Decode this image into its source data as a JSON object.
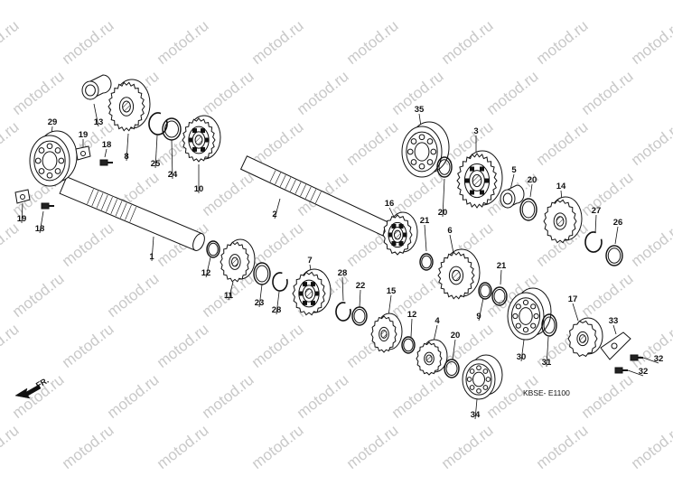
{
  "diagram": {
    "code": "KBSE- E1100",
    "direction_label": "FR.",
    "watermark": "motod.ru",
    "parts": [
      {
        "key": "p1",
        "num": "1"
      },
      {
        "key": "p2",
        "num": "2"
      },
      {
        "key": "p3",
        "num": "3"
      },
      {
        "key": "p4",
        "num": "4"
      },
      {
        "key": "p5",
        "num": "5"
      },
      {
        "key": "p6",
        "num": "6"
      },
      {
        "key": "p7",
        "num": "7"
      },
      {
        "key": "p8",
        "num": "8"
      },
      {
        "key": "p9",
        "num": "9"
      },
      {
        "key": "p10",
        "num": "10"
      },
      {
        "key": "p11",
        "num": "11"
      },
      {
        "key": "p12a",
        "num": "12"
      },
      {
        "key": "p12b",
        "num": "12"
      },
      {
        "key": "p13",
        "num": "13"
      },
      {
        "key": "p14",
        "num": "14"
      },
      {
        "key": "p15",
        "num": "15"
      },
      {
        "key": "p16",
        "num": "16"
      },
      {
        "key": "p17",
        "num": "17"
      },
      {
        "key": "p18a",
        "num": "18"
      },
      {
        "key": "p18b",
        "num": "18"
      },
      {
        "key": "p19a",
        "num": "19"
      },
      {
        "key": "p19b",
        "num": "19"
      },
      {
        "key": "p20a",
        "num": "20"
      },
      {
        "key": "p20b",
        "num": "20"
      },
      {
        "key": "p20c",
        "num": "20"
      },
      {
        "key": "p21a",
        "num": "21"
      },
      {
        "key": "p21b",
        "num": "21"
      },
      {
        "key": "p22",
        "num": "22"
      },
      {
        "key": "p23",
        "num": "23"
      },
      {
        "key": "p24",
        "num": "24"
      },
      {
        "key": "p25",
        "num": "25"
      },
      {
        "key": "p26",
        "num": "26"
      },
      {
        "key": "p27",
        "num": "27"
      },
      {
        "key": "p28a",
        "num": "28"
      },
      {
        "key": "p28b",
        "num": "28"
      },
      {
        "key": "p29",
        "num": "29"
      },
      {
        "key": "p30",
        "num": "30"
      },
      {
        "key": "p31",
        "num": "31"
      },
      {
        "key": "p32a",
        "num": "32"
      },
      {
        "key": "p32b",
        "num": "32"
      },
      {
        "key": "p33",
        "num": "33"
      },
      {
        "key": "p34",
        "num": "34"
      },
      {
        "key": "p35",
        "num": "35"
      }
    ]
  }
}
